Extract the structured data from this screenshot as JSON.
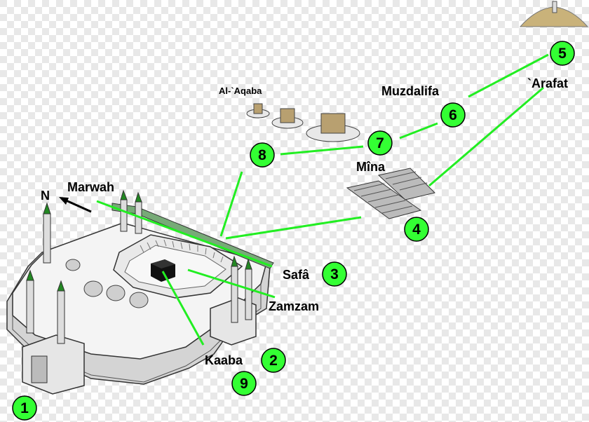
{
  "labels": {
    "north": "N",
    "marwah": "Marwah",
    "safa": "Safâ",
    "zamzam": "Zamzam",
    "kaaba": "Kaaba",
    "aqaba": "Al-`Aqaba",
    "muzdalifa": "Muzdalifa",
    "arafat": "`Arafat",
    "mina": "Mîna"
  },
  "steps": [
    "1",
    "2",
    "3",
    "4",
    "5",
    "6",
    "7",
    "8",
    "9"
  ],
  "colors": {
    "route": "#22ee22",
    "marker_fill": "#33ff33",
    "marker_stroke": "#000000",
    "checker_light": "#ffffff",
    "checker_dark": "#e6e6e6",
    "building": "#f2f2f2",
    "building_shade": "#c9c9c9",
    "minaret_tip": "#228822",
    "kaaba": "#111111"
  }
}
